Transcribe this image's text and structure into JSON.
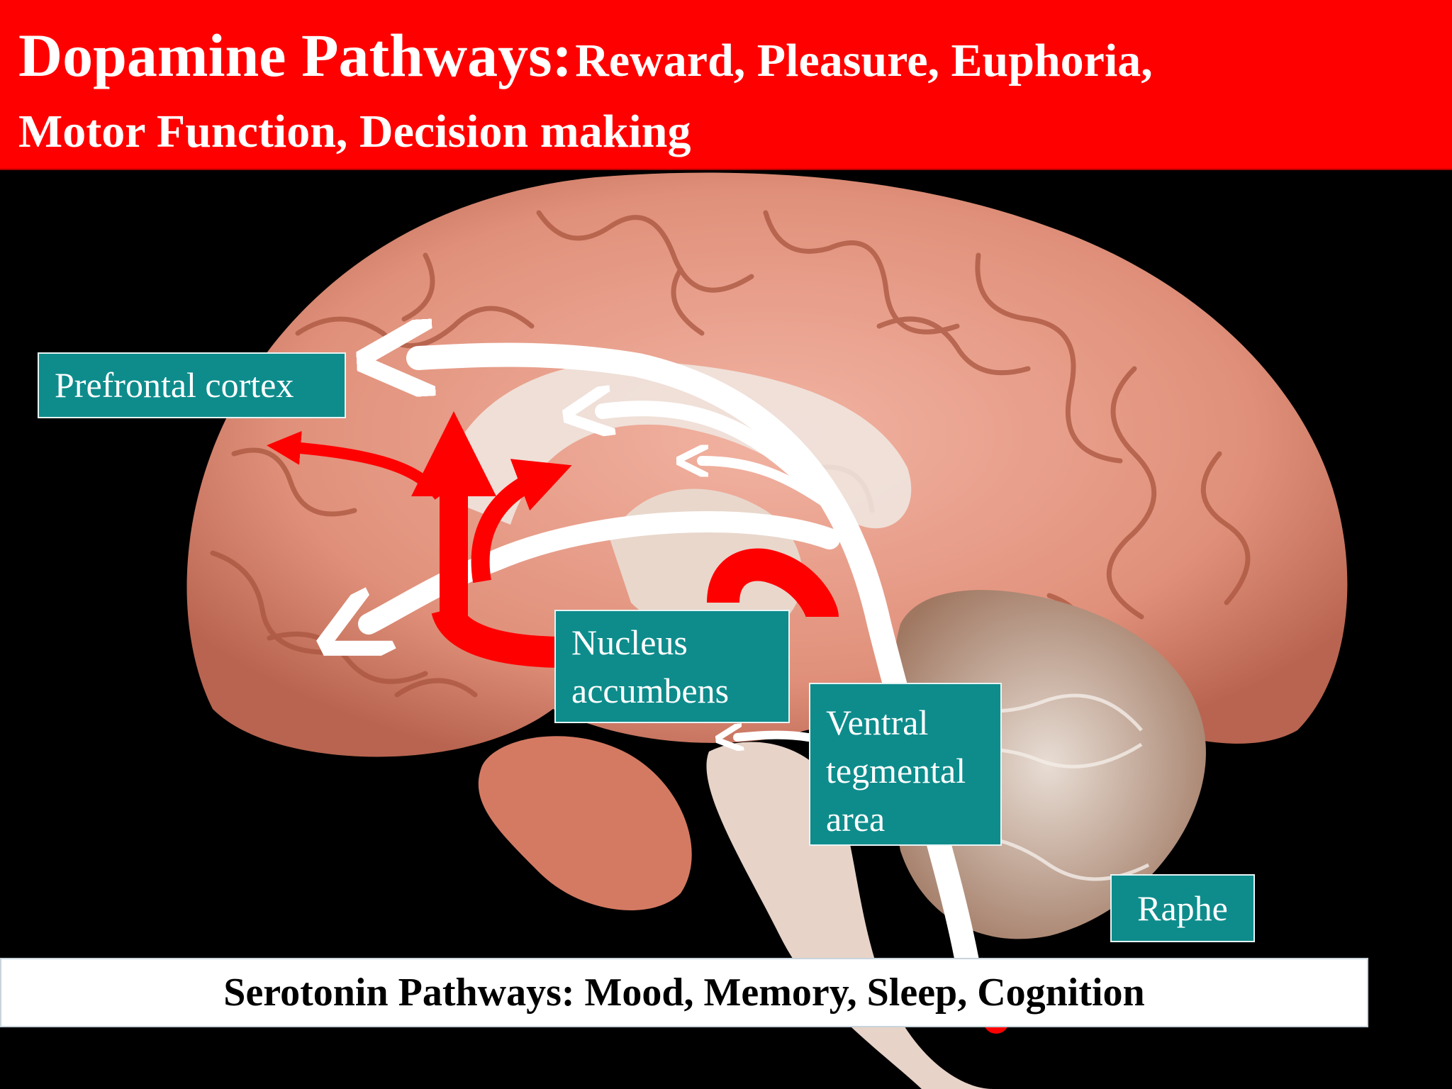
{
  "title": {
    "main": "Dopamine Pathways:",
    "sub_line1": "Reward, Pleasure, Euphoria,",
    "sub_line2": "Motor Function, Decision making"
  },
  "labels": {
    "prefrontal_cortex": "Prefrontal cortex",
    "nucleus_accumbens_line1": "Nucleus",
    "nucleus_accumbens_line2": "accumbens",
    "vta_line1": "Ventral",
    "vta_line2": "tegmental",
    "vta_line3": "area",
    "raphe": "Raphe"
  },
  "footer": "Serotonin Pathways: Mood, Memory, Sleep, Cognition",
  "colors": {
    "banner": "#ff0000",
    "label_box": "#0e8c8c",
    "dopamine_arrows": "#ff0000",
    "serotonin_arrows": "#ffffff",
    "brain": "#e0907a"
  }
}
